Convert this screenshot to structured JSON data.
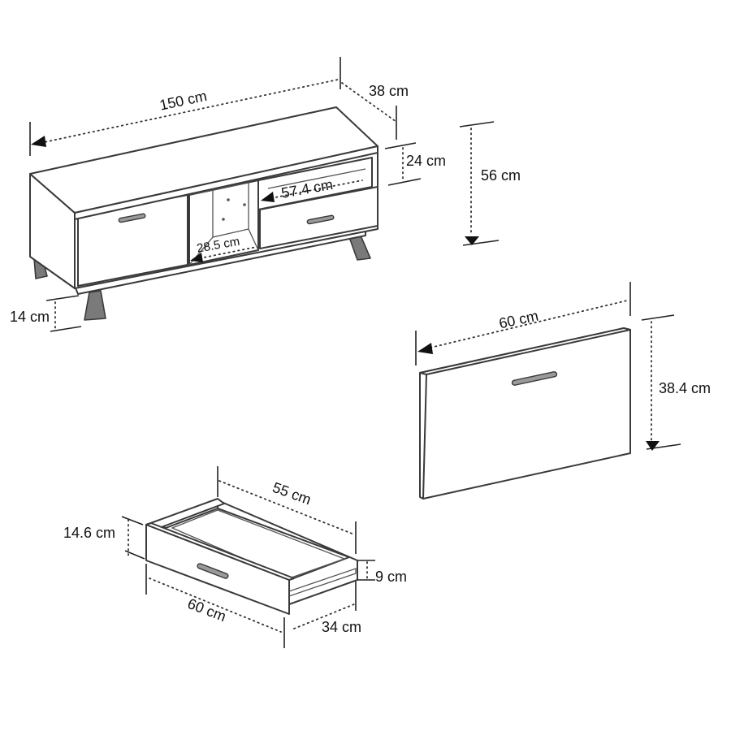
{
  "dimensions": {
    "unit_width": "150 cm",
    "unit_depth": "38 cm",
    "shelf_height": "24 cm",
    "unit_height": "56 cm",
    "drawer_opening_width": "57.4 cm",
    "niche_width": "28.5 cm",
    "leg_height": "14 cm",
    "door_width": "60 cm",
    "door_height": "38.4 cm",
    "drawer_length": "55 cm",
    "drawer_front_height": "14.6 cm",
    "drawer_side_height": "9 cm",
    "drawer_front_width": "60 cm",
    "drawer_depth": "34 cm"
  },
  "colors": {
    "outline": "#3a3a3a",
    "leg": "#7a7a7a",
    "handle": "#9a9a9a",
    "text": "#111111"
  }
}
